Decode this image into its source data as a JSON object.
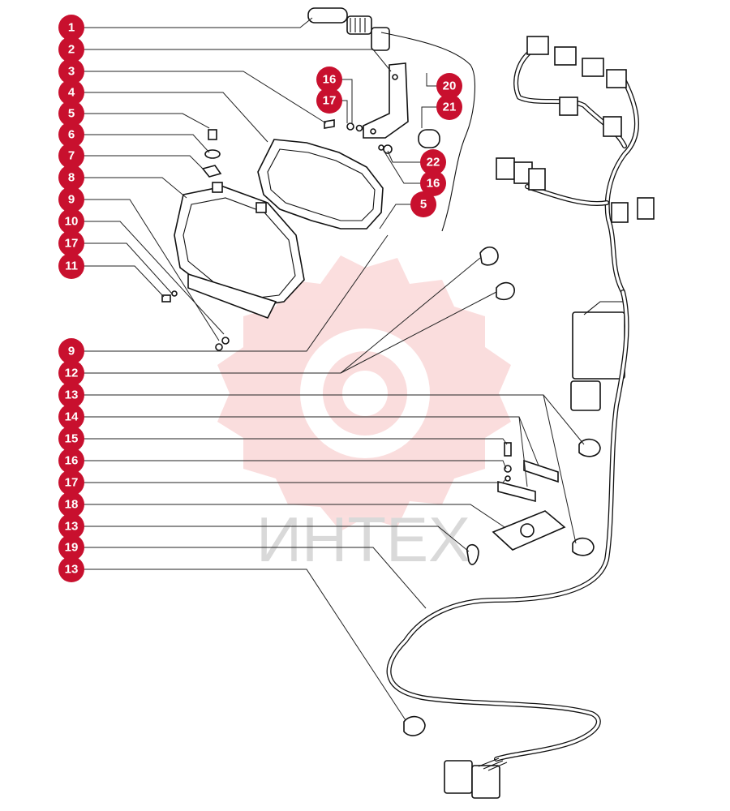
{
  "watermark": {
    "text": "ИНТЕХ",
    "color": "#f3a0a0"
  },
  "callout_color": "#c8102e",
  "callouts": [
    {
      "label": "1"
    },
    {
      "label": "2"
    },
    {
      "label": "3"
    },
    {
      "label": "4"
    },
    {
      "label": "5"
    },
    {
      "label": "6"
    },
    {
      "label": "7"
    },
    {
      "label": "8"
    },
    {
      "label": "9"
    },
    {
      "label": "10"
    },
    {
      "label": "17"
    },
    {
      "label": "11"
    },
    {
      "label": "16"
    },
    {
      "label": "17"
    },
    {
      "label": "20"
    },
    {
      "label": "21"
    },
    {
      "label": "22"
    },
    {
      "label": "16"
    },
    {
      "label": "5"
    },
    {
      "label": "9"
    },
    {
      "label": "12"
    },
    {
      "label": "13"
    },
    {
      "label": "14"
    },
    {
      "label": "15"
    },
    {
      "label": "16"
    },
    {
      "label": "17"
    },
    {
      "label": "18"
    },
    {
      "label": "13"
    },
    {
      "label": "19"
    },
    {
      "label": "13"
    }
  ]
}
